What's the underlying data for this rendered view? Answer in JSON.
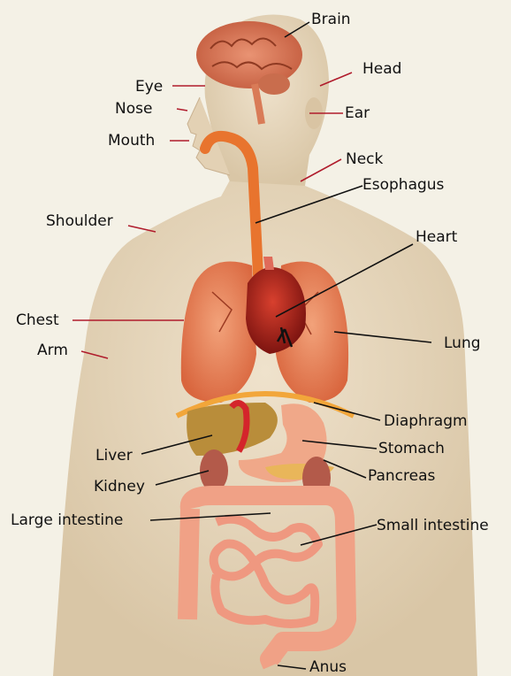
{
  "labels": {
    "brain": "Brain",
    "head": "Head",
    "eye": "Eye",
    "nose": "Nose",
    "ear": "Ear",
    "mouth": "Mouth",
    "neck": "Neck",
    "esophagus": "Esophagus",
    "shoulder": "Shoulder",
    "heart": "Heart",
    "chest": "Chest",
    "lung": "Lung",
    "arm": "Arm",
    "diaphragm": "Diaphragm",
    "liver": "Liver",
    "stomach": "Stomach",
    "kidney": "Kidney",
    "pancreas": "Pancreas",
    "large_intestine": "Large intestine",
    "small_intestine": "Small intestine",
    "anus": "Anus"
  },
  "colors": {
    "background": "#f4f1e6",
    "skin": "#e6d6bd",
    "lung": "#e9835a",
    "heart": "#b3261e",
    "liver": "#b98d3a",
    "stomach": "#f0a889",
    "intestine": "#f0a186",
    "esophagus": "#e8742e",
    "leader_red": "#b01c2c",
    "leader_black": "#111111"
  }
}
